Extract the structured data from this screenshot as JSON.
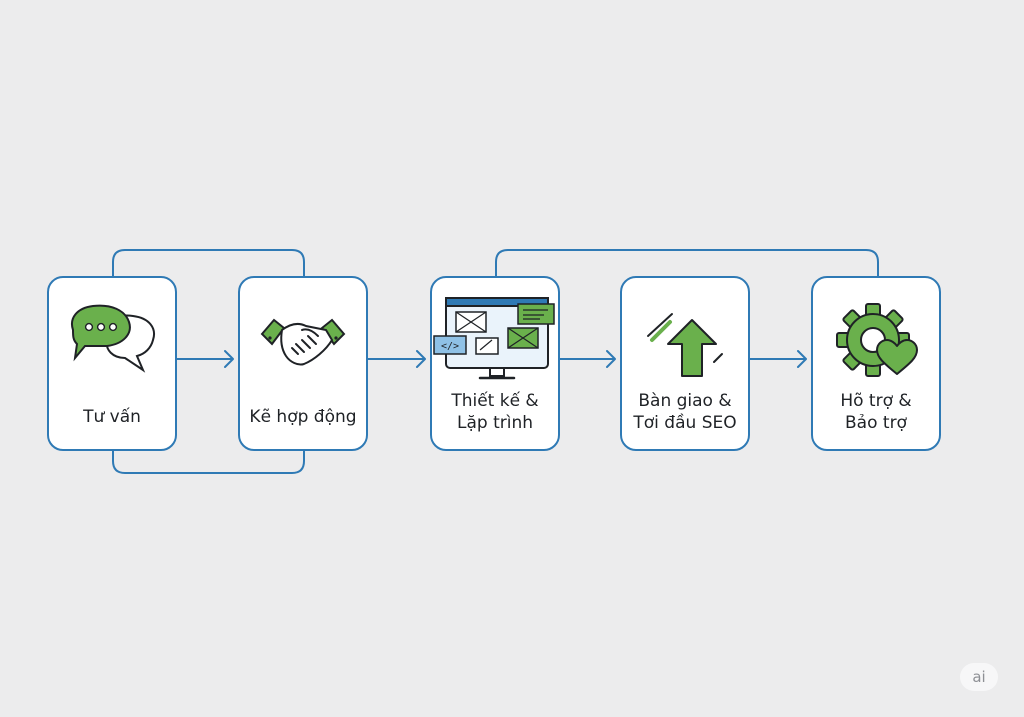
{
  "steps": [
    {
      "label": "Tư vấn",
      "icon": "chat-bubbles-icon"
    },
    {
      "label": "Kẽ hợp động",
      "icon": "handshake-icon"
    },
    {
      "label": "Thiết kế &\nLặp trình",
      "icon": "monitor-design-code-icon"
    },
    {
      "label": "Bàn giao &\nTơi đầu SEO",
      "icon": "up-arrow-icon"
    },
    {
      "label": "Hõ trợ &\nBảo trợ",
      "icon": "gear-heart-icon"
    }
  ],
  "colors": {
    "accent": "#2f7ab5",
    "green": "#6ab04c",
    "dark": "#1f2226",
    "background": "#ececed"
  },
  "watermark": "ai"
}
